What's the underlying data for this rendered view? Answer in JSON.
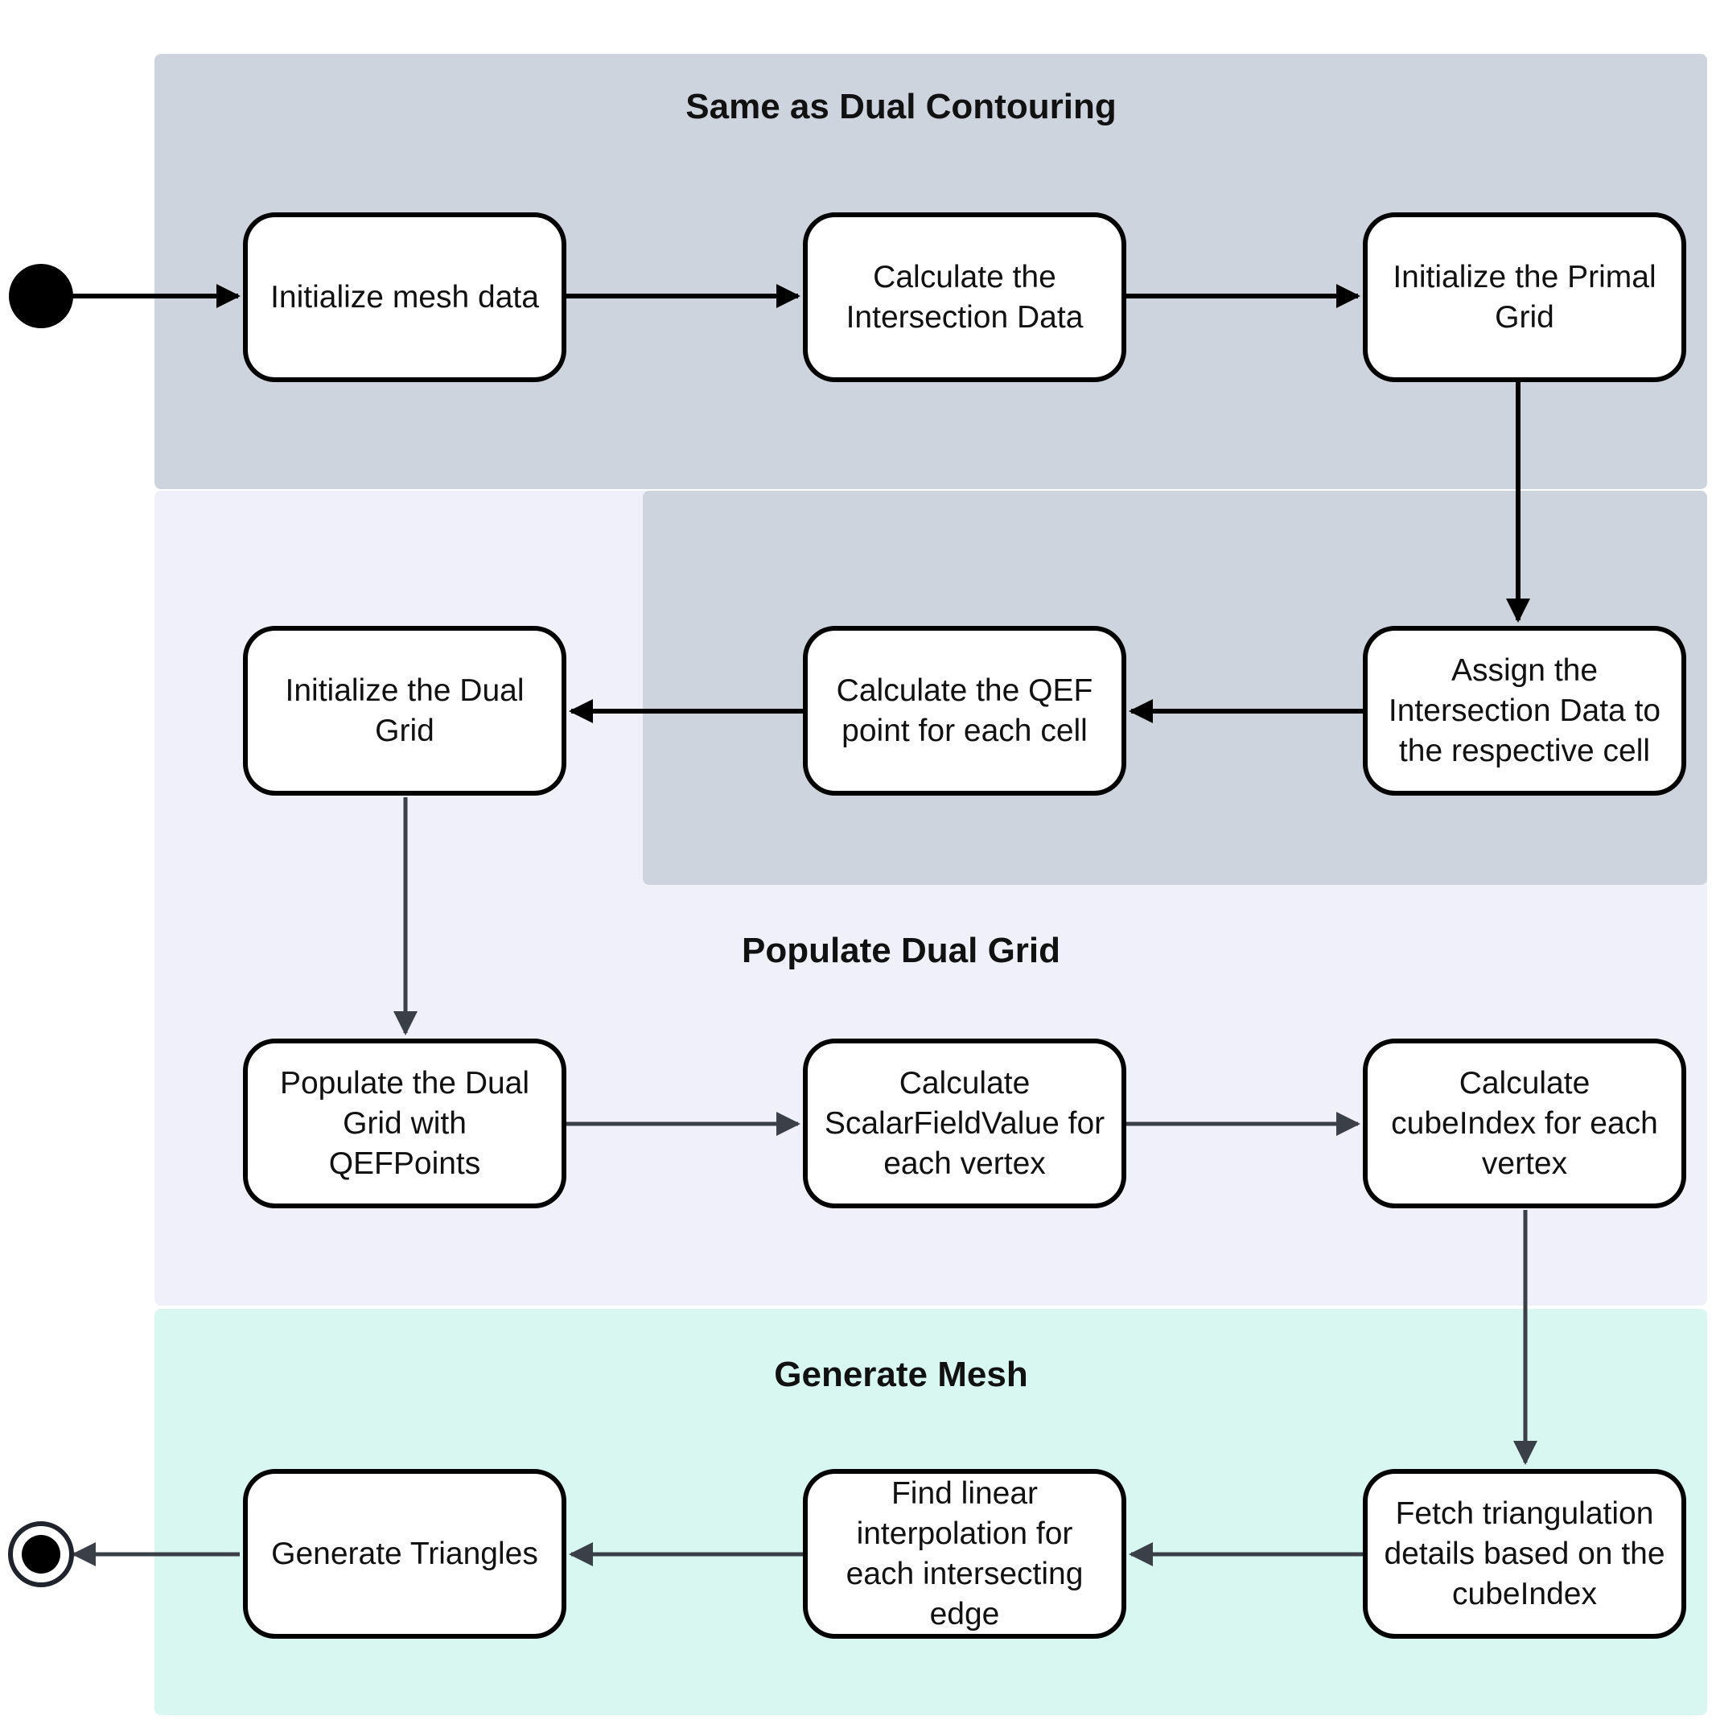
{
  "regions": {
    "same_as_dc": {
      "title": "Same as Dual Contouring"
    },
    "populate": {
      "title": "Populate Dual Grid"
    },
    "generate": {
      "title": "Generate Mesh"
    }
  },
  "nodes": {
    "init_mesh": "Initialize mesh data",
    "calc_intersection": "Calculate the\nIntersection Data",
    "init_primal": "Initialize the Primal\nGrid",
    "assign_intersection": "Assign the\nIntersection Data to\nthe respective cell",
    "calc_qef": "Calculate the QEF\npoint for each cell",
    "init_dual": "Initialize the Dual\nGrid",
    "populate_dual": "Populate the Dual\nGrid with\nQEFPoints",
    "calc_scalar": "Calculate\nScalarFieldValue for\neach vertex",
    "calc_cubeindex": "Calculate\ncubeIndex for each\nvertex",
    "fetch_triangulation": "Fetch triangulation\ndetails based on the\ncubeIndex",
    "find_interp": "Find linear\ninterpolation for\neach intersecting\nedge",
    "gen_triangles": "Generate Triangles"
  },
  "colors": {
    "region_gray": "#ced4dd",
    "region_lavender": "#f0f0fb",
    "region_mint": "#d7f7f0",
    "edge_black": "#000000",
    "edge_dark": "#3a3f48"
  }
}
